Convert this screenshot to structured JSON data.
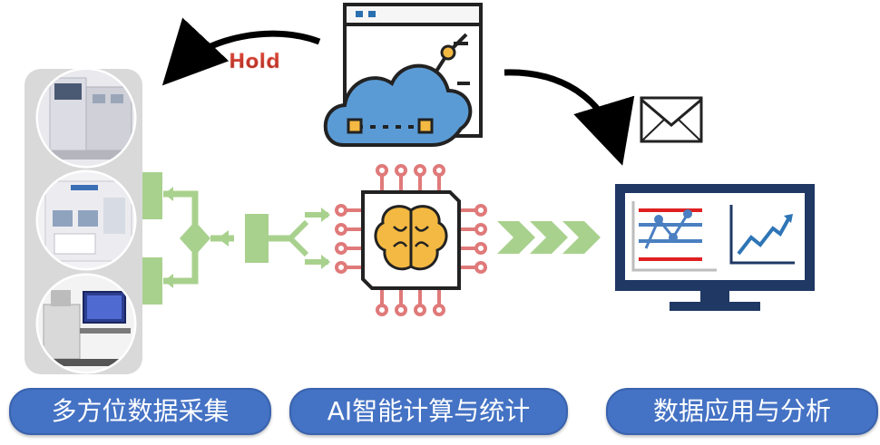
{
  "hold_label": "Hold",
  "stage_labels": {
    "collect": "多方位数据采集",
    "compute": "AI智能计算与统计",
    "analysis": "数据应用与分析"
  },
  "icons": {
    "cloud_dashboard": "cloud-dashboard-icon",
    "ai_chip": "ai-chip-brain-icon",
    "monitor_charts": "monitor-charts-icon",
    "mail": "mail-envelope-icon",
    "machines": [
      "semiconductor-tool-photo",
      "semiconductor-tool-photo",
      "inspection-station-photo"
    ]
  },
  "colors": {
    "pill_fill": "#4472c4",
    "flow_green": "#a9d18e",
    "flow_green_dark": "#70ad47",
    "cloud_blue": "#5b9bd5",
    "monitor_navy": "#1f3864",
    "chip_pins": "#e07a7a",
    "brain_yellow": "#f4b942",
    "hold_red": "#c0392b"
  }
}
